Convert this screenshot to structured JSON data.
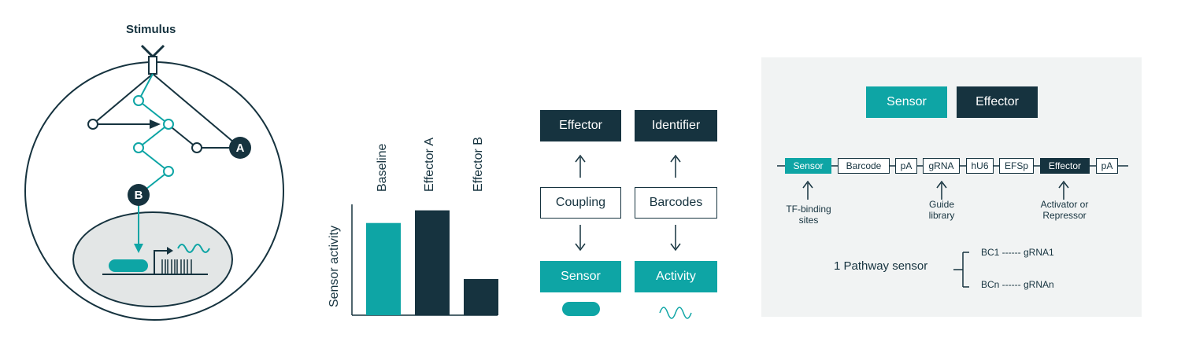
{
  "panel1": {
    "stimulus": "Stimulus",
    "node_a": "A",
    "node_b": "B"
  },
  "panel2": {
    "y_axis_label": "Sensor activity",
    "bars": [
      {
        "label": "Baseline",
        "value": 0.51,
        "color": "#0ea5a5"
      },
      {
        "label": "Effector A",
        "value": 0.58,
        "color": "#16333f"
      },
      {
        "label": "Effector B",
        "value": 0.2,
        "color": "#16333f"
      }
    ]
  },
  "panel3": {
    "col1": {
      "top": "Effector",
      "middle": "Coupling",
      "bottom": "Sensor"
    },
    "col2": {
      "top": "Identifier",
      "middle": "Barcodes",
      "bottom": "Activity"
    }
  },
  "panel4": {
    "legend_sensor": "Sensor",
    "legend_effector": "Effector",
    "construct": [
      "Sensor",
      "Barcode",
      "pA",
      "gRNA",
      "hU6",
      "EFSp",
      "Effector",
      "pA"
    ],
    "annot1": "TF-binding\nsites",
    "annot2": "Guide\nlibrary",
    "annot3": "Activator or\nRepressor",
    "pathway_label": "1 Pathway sensor",
    "bc1": "BC1 ------ gRNA1",
    "bcn": "BCn ------ gRNAn"
  }
}
